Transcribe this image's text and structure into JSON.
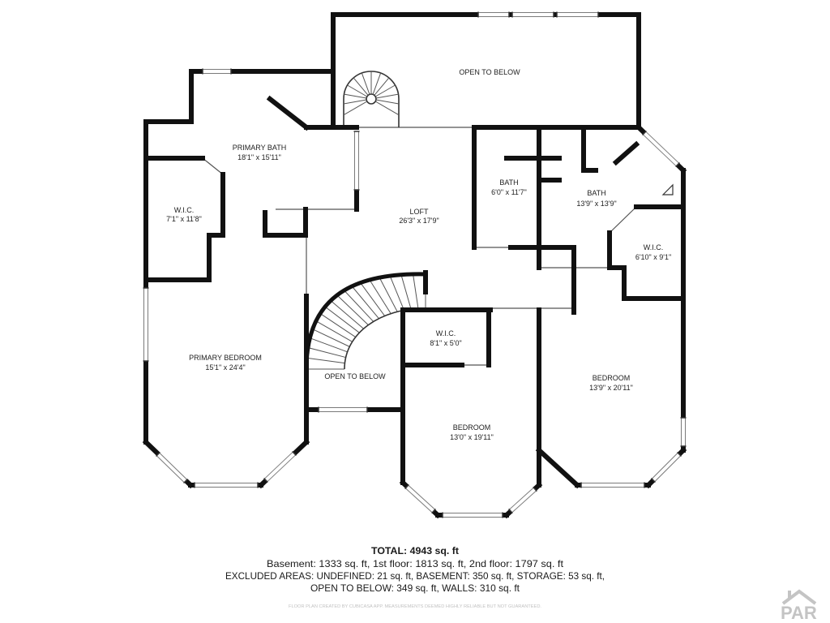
{
  "floor_plan": {
    "rooms": [
      {
        "name": "OPEN TO BELOW"
      },
      {
        "name": "PRIMARY BATH",
        "dims": "18'1\" x 15'11\""
      },
      {
        "name": "W.I.C.",
        "dims": "7'1\" x 11'8\""
      },
      {
        "name": "LOFT",
        "dims": "26'3\" x 17'9\""
      },
      {
        "name": "BATH",
        "dims": "6'0\" x 11'7\""
      },
      {
        "name": "BATH",
        "dims": "13'9\" x 13'9\""
      },
      {
        "name": "W.I.C.",
        "dims": "6'10\" x 9'1\""
      },
      {
        "name": "PRIMARY BEDROOM",
        "dims": "15'1\" x 24'4\""
      },
      {
        "name": "W.I.C.",
        "dims": "8'1\" x 5'0\""
      },
      {
        "name": "OPEN TO BELOW"
      },
      {
        "name": "BEDROOM",
        "dims": "13'9\" x 20'11\""
      },
      {
        "name": "BEDROOM",
        "dims": "13'0\" x 19'11\""
      }
    ]
  },
  "summary": {
    "total": "TOTAL: 4943 sq. ft",
    "floors": "Basement: 1333 sq. ft, 1st floor: 1813 sq. ft, 2nd floor: 1797 sq. ft",
    "excluded": "EXCLUDED AREAS: UNDEFINED: 21 sq. ft, BASEMENT: 350 sq. ft, STORAGE: 53 sq. ft,",
    "open_walls": "OPEN TO BELOW: 349 sq. ft, WALLS: 310 sq. ft"
  },
  "disclaimer": "FLOOR PLAN CREATED BY CUBICASA APP. MEASUREMENTS DEEMED HIGHLY RELIABLE BUT NOT GUARANTEED.",
  "logo": {
    "text": "PAR",
    "icon": "house-roof-icon"
  },
  "colors": {
    "wall": "#111111",
    "window": "#7a7a7a",
    "label": "#222222",
    "logo": "#c4c4c4",
    "background": "#ffffff"
  }
}
